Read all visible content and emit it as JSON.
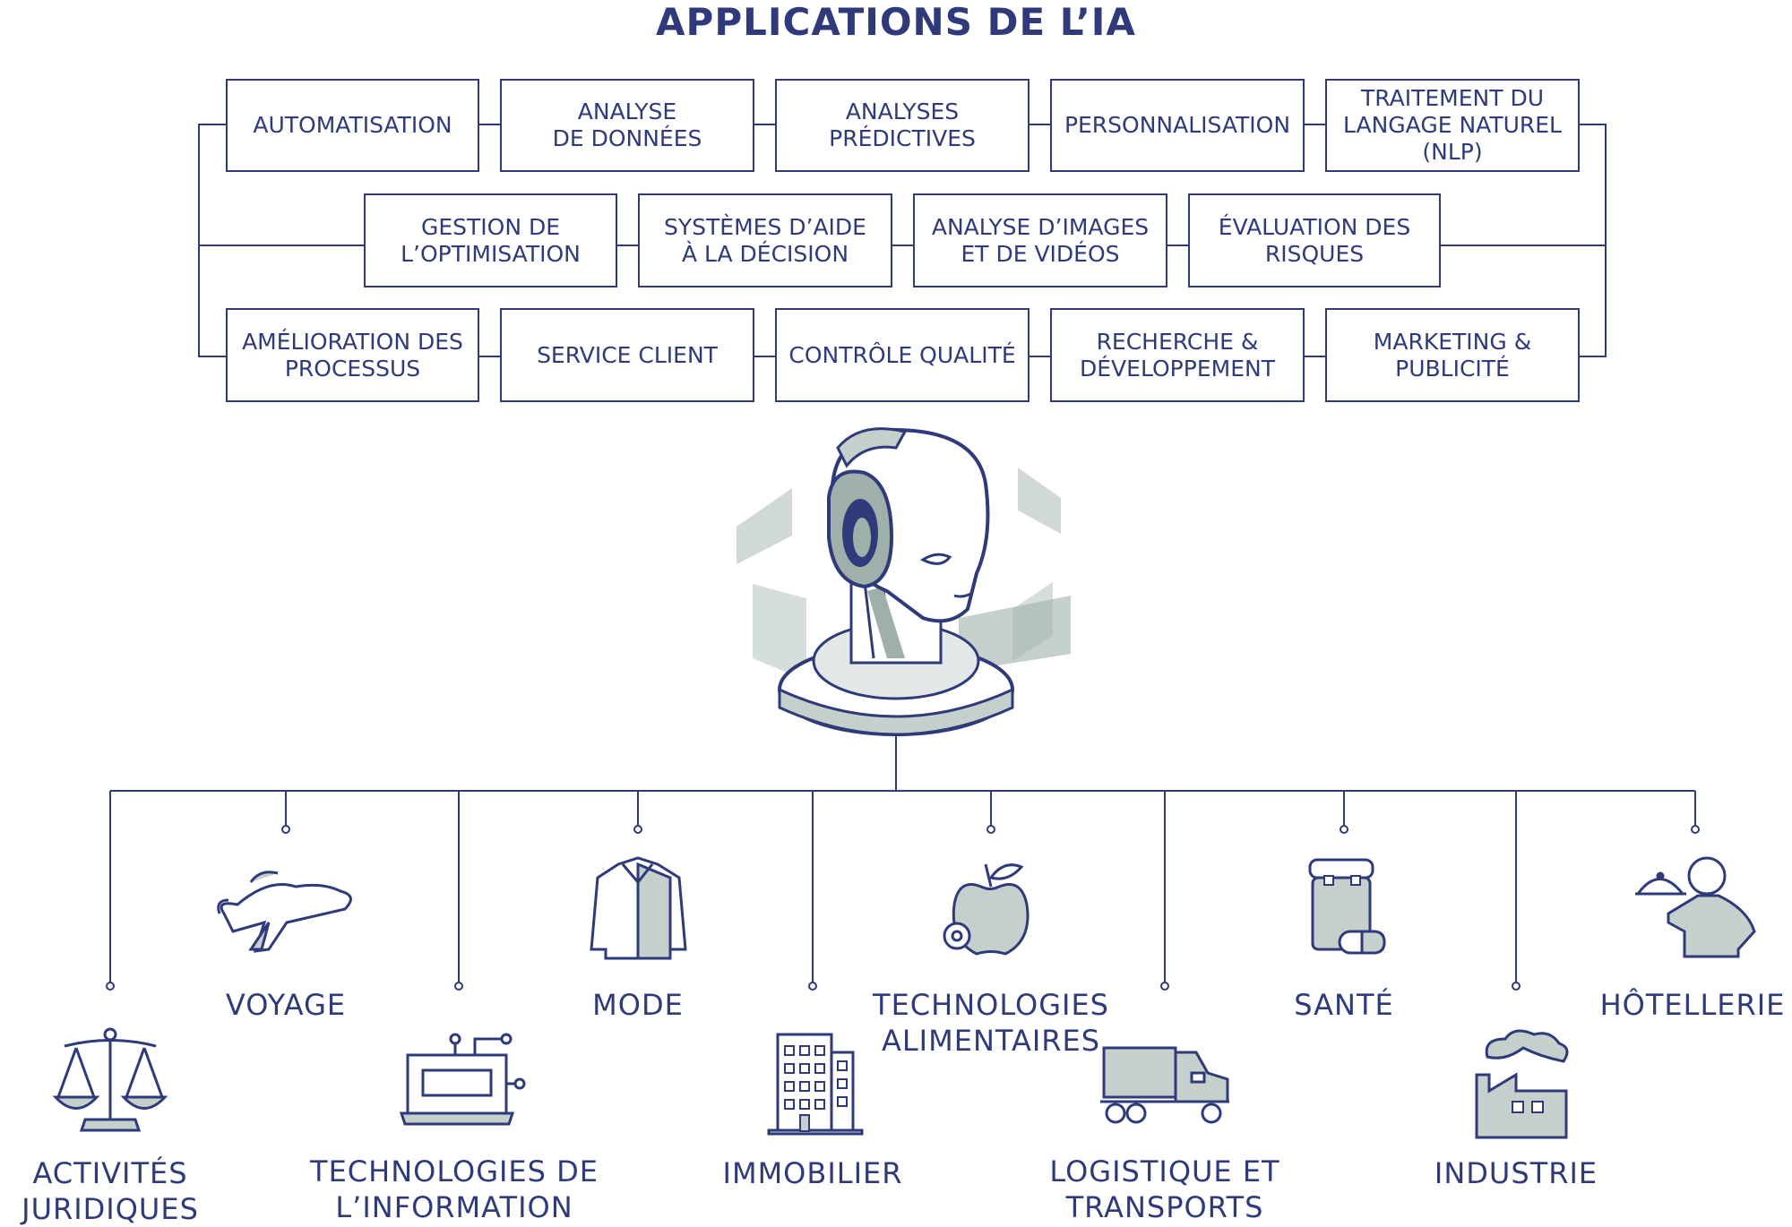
{
  "title": "APPLICATIONS DE L’IA",
  "applications": {
    "row1": [
      {
        "label": "AUTOMATISATION"
      },
      {
        "label": "ANALYSE\nDE DONNÉES"
      },
      {
        "label": "ANALYSES\nPRÉDICTIVES"
      },
      {
        "label": "PERSONNALISATION"
      },
      {
        "label": "TRAITEMENT DU\nLANGAGE NATUREL\n(NLP)"
      }
    ],
    "row2": [
      {
        "label": "GESTION DE\nL’OPTIMISATION"
      },
      {
        "label": "SYSTÈMES D’AIDE\nÀ LA DÉCISION"
      },
      {
        "label": "ANALYSE D’IMAGES\nET DE VIDÉOS"
      },
      {
        "label": "ÉVALUATION DES\nRISQUES"
      }
    ],
    "row3": [
      {
        "label": "AMÉLIORATION DES\nPROCESSUS"
      },
      {
        "label": "SERVICE CLIENT"
      },
      {
        "label": "CONTRÔLE QUALITÉ"
      },
      {
        "label": "RECHERCHE &\nDÉVELOPPEMENT"
      },
      {
        "label": "MARKETING &\nPUBLICITÉ"
      }
    ]
  },
  "central_figure": {
    "icon": "ai-robot-head-icon"
  },
  "industries": [
    {
      "label": "ACTIVITÉS\nJURIDIQUES",
      "icon": "scales-icon"
    },
    {
      "label": "VOYAGE",
      "icon": "airplane-icon"
    },
    {
      "label": "TECHNOLOGIES DE\nL’INFORMATION",
      "icon": "laptop-icon"
    },
    {
      "label": "MODE",
      "icon": "shirt-icon"
    },
    {
      "label": "IMMOBILIER",
      "icon": "building-icon"
    },
    {
      "label": "TECHNOLOGIES\nALIMENTAIRES",
      "icon": "apple-gear-icon"
    },
    {
      "label": "LOGISTIQUE ET\nTRANSPORTS",
      "icon": "truck-icon"
    },
    {
      "label": "SANTÉ",
      "icon": "medicine-icon"
    },
    {
      "label": "INDUSTRIE",
      "icon": "factory-icon"
    },
    {
      "label": "HÔTELLERIE",
      "icon": "waiter-icon"
    }
  ],
  "colors": {
    "navy": "#2e3a7a",
    "sage": "#c5d0cc",
    "sage_dark": "#9fb0aa"
  }
}
